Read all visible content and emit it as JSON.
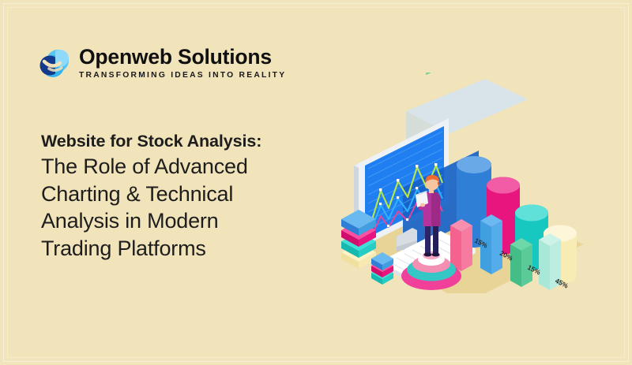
{
  "banner": {
    "background_color": "#f1e3ba",
    "text_color": "#1d1d1d"
  },
  "logo": {
    "mark_name": "openweb-s-swirl-logo",
    "mark_colors": {
      "dark_blue": "#143a8c",
      "mid_blue": "#1f8ce0",
      "light_blue": "#57c6f5",
      "pale_blue": "#8fd9fa"
    },
    "name": "Openweb Solutions",
    "tagline": "TRANSFORMING IDEAS INTO REALITY"
  },
  "headline": {
    "lines": [
      "Website for Stock Analysis:",
      "The Role of Advanced",
      "Charting & Technical",
      "Analysis in Modern",
      "Trading Platforms"
    ],
    "full_text": "Website for Stock Analysis: The Role of Advanced Charting & Technical Analysis in Modern Trading Platforms"
  },
  "illustration": {
    "name": "isometric-data-analytics-scene",
    "floor_color": "#ecd89f",
    "monitor": {
      "screen_color": "#1f7ff0",
      "bezel_color": "#eef2f6",
      "name": "desktop-monitor-with-line-chart"
    },
    "line_chart_series": [
      {
        "name": "green-line",
        "color": "#b6e84a"
      },
      {
        "name": "blue-line",
        "color": "#2fb3ff"
      },
      {
        "name": "magenta-line",
        "color": "#e8449a"
      }
    ],
    "floating_panel": {
      "name": "floating-bar-chart-panel",
      "panel_color": "#cfe4f8",
      "bars": [
        {
          "name": "bar-mini-striped",
          "colors": [
            "#e8449a",
            "#7ad4a0",
            "#f6e06a"
          ]
        },
        {
          "name": "bar-yellow",
          "color": "#f7e06a"
        },
        {
          "name": "bar-green",
          "color": "#4fd08e"
        },
        {
          "name": "bar-blue",
          "color": "#3f3fd6"
        },
        {
          "name": "bar-pink",
          "color": "#f0409a"
        }
      ]
    },
    "person": {
      "name": "analyst-figure",
      "hair_color": "#f26a2e",
      "shirt_color": "#b5339c",
      "pants_color": "#2b2466",
      "holding": "report-paper"
    },
    "podium": {
      "name": "tiered-podium",
      "tier_colors": [
        "#f0409a",
        "#35c6c6",
        "#f48fb4",
        "#ffffff",
        "#f9a8c6"
      ]
    },
    "cylinders": [
      {
        "name": "cylinder-blue",
        "color": "#2f7fd6",
        "top_color": "#6aa9e8"
      },
      {
        "name": "cylinder-magenta",
        "color": "#e8157e",
        "top_color": "#f25ba5"
      },
      {
        "name": "cylinder-teal",
        "color": "#17c8c0",
        "top_color": "#5fe0d8"
      },
      {
        "name": "cylinder-cream",
        "color": "#f6ecb4",
        "top_color": "#fdf6d8"
      }
    ],
    "front_bars": [
      {
        "name": "front-bar-pink",
        "color": "#f4638f"
      },
      {
        "name": "front-bar-blue",
        "color": "#3f9fe0"
      },
      {
        "name": "front-bar-green",
        "color": "#45bd87"
      },
      {
        "name": "front-bar-lightteal",
        "color": "#a8e8d8"
      }
    ],
    "block_stack_left": {
      "name": "stacked-blocks-tall",
      "colors": [
        "#3f9fe0",
        "#e8157e",
        "#17c8c0",
        "#f7e9a0"
      ]
    },
    "block_stack_small": {
      "name": "stacked-blocks-small",
      "colors": [
        "#3f9fe0",
        "#e8157e",
        "#17c8c0"
      ]
    },
    "percent_labels": [
      "15%",
      "20%",
      "15%",
      "45%"
    ]
  },
  "chart_data": {
    "type": "bar",
    "title": "",
    "categories": [
      "Blue",
      "Magenta",
      "Teal",
      "Cream"
    ],
    "values": [
      15,
      20,
      15,
      45
    ],
    "data_labels": [
      "15%",
      "20%",
      "15%",
      "45%"
    ],
    "xlabel": "",
    "ylabel": "",
    "ylim": [
      0,
      50
    ],
    "grid": false,
    "legend_position": "none"
  }
}
